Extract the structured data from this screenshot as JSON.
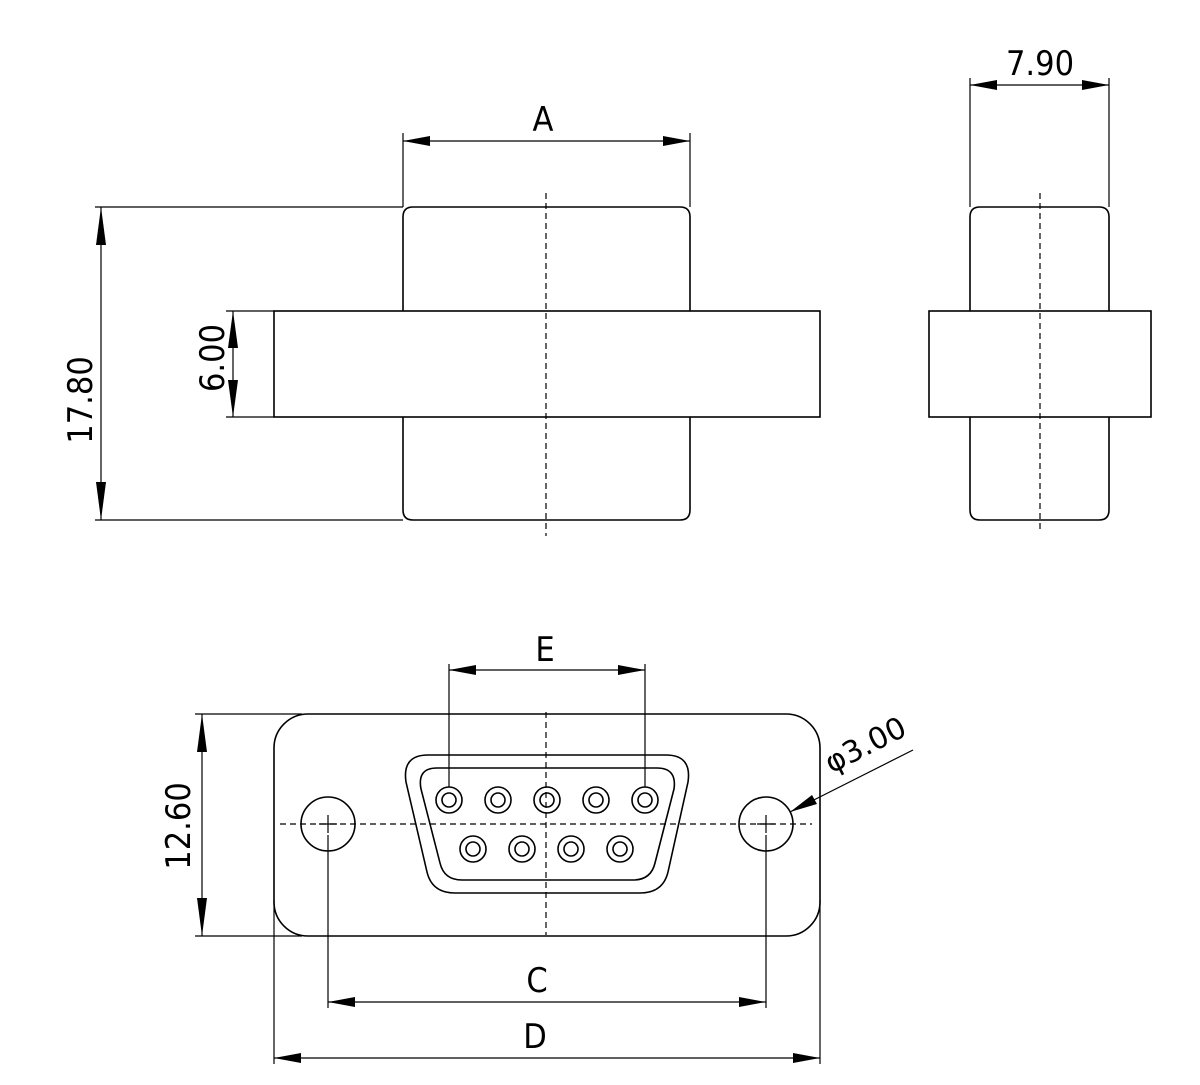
{
  "front_view": {
    "dim_width_label": "A",
    "dim_height_label": "17.80",
    "dim_flange_label": "6.00"
  },
  "side_view": {
    "dim_depth_label": "7.90"
  },
  "bottom_view": {
    "dim_pin_span_label": "E",
    "dim_hole_label": "φ3.00",
    "dim_body_height_label": "12.60",
    "dim_hole_spacing_label": "C",
    "dim_overall_width_label": "D",
    "pin_rows": [
      5,
      4
    ]
  }
}
